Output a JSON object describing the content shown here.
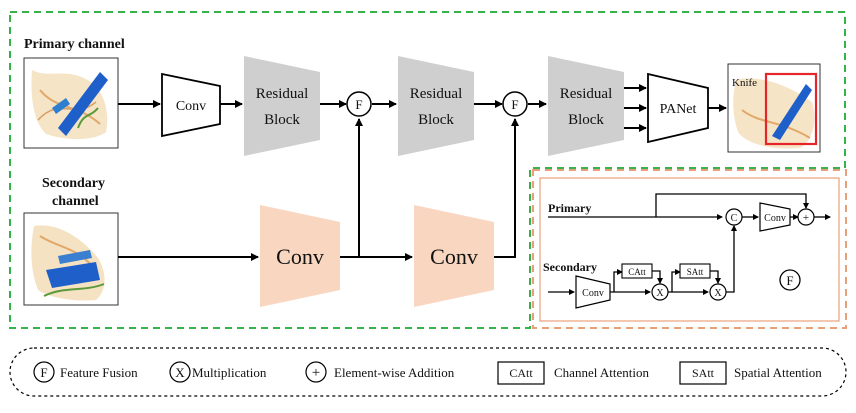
{
  "primary": {
    "label": "Primary channel",
    "conv": "Conv",
    "residual1": [
      "Residual",
      "Block"
    ],
    "residual2": [
      "Residual",
      "Block"
    ],
    "residual3": [
      "Residual",
      "Block"
    ],
    "panet": "PANet",
    "fusion1": "F",
    "fusion2": "F",
    "detection_label": "Knife"
  },
  "secondary": {
    "label": [
      "Secondary",
      "channel"
    ],
    "conv1": "Conv",
    "conv2": "Conv"
  },
  "inset": {
    "primary_label": "Primary",
    "secondary_label": "Secondary",
    "conv_in": "Conv",
    "catt": "CAtt",
    "satt": "SAtt",
    "mult1": "X",
    "mult2": "X",
    "concat": "C",
    "conv_out": "Conv",
    "add": "+",
    "fusion_symbol": "F"
  },
  "legend": {
    "items": [
      {
        "symbol": "F",
        "text": "Feature Fusion"
      },
      {
        "symbol": "X",
        "text": "Multiplication"
      },
      {
        "symbol": "+",
        "text": "Element-wise Addition"
      },
      {
        "symbol": "CAtt",
        "text": "Channel Attention"
      },
      {
        "symbol": "SAtt",
        "text": "Spatial Attention"
      }
    ]
  },
  "colors": {
    "green_dash": "#35b34a",
    "orange_dash": "#e8a07a",
    "residual_gray": "#cfcfcf",
    "conv_peach": "#f8d6c0",
    "detection_box": "#e5252a",
    "knife_blue": "#1f5fc9"
  }
}
